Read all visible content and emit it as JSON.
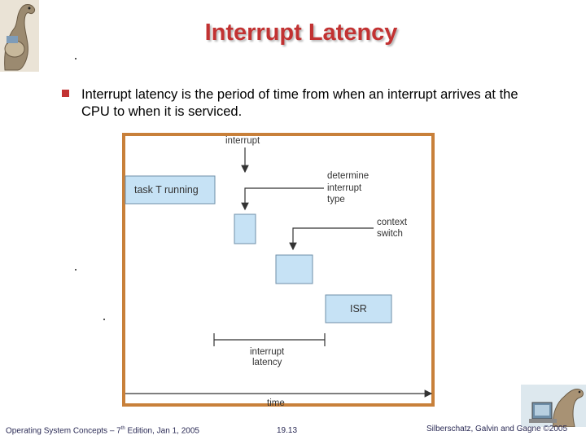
{
  "slide": {
    "title": "Interrupt Latency",
    "bullet": "Interrupt latency is the period of time from when an interrupt arrives at the CPU to when it is serviced."
  },
  "diagram": {
    "labels": {
      "interrupt": "interrupt",
      "task": "task T running",
      "determine_1": "determine",
      "determine_2": "interrupt",
      "determine_3": "type",
      "context_1": "context",
      "context_2": "switch",
      "isr": "ISR",
      "latency_1": "interrupt",
      "latency_2": "latency",
      "time": "time"
    },
    "colors": {
      "box_fill": "#c6e2f5",
      "box_stroke": "#6f8fa8",
      "frame": "#c8803a",
      "arrow": "#333333"
    }
  },
  "footer": {
    "book": "Operating System Concepts – 7",
    "edition_sup": "th",
    "edition_rest": " Edition, Jan 1, 2005",
    "page": "19.13",
    "copyright": "Silberschatz, Galvin and Gagne ©2005"
  }
}
